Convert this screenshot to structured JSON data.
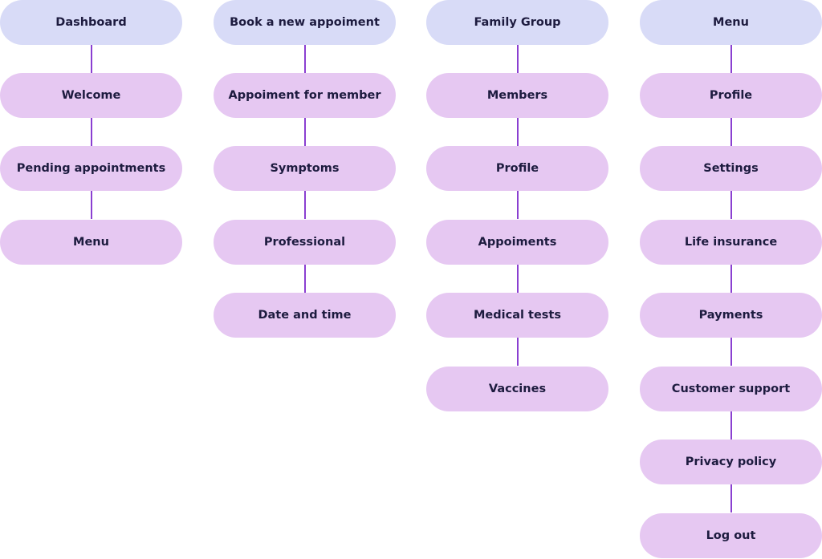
{
  "columns": [
    {
      "header": "Dashboard",
      "items": [
        "Welcome",
        "Pending appointments",
        "Menu"
      ]
    },
    {
      "header": "Book a new appoiment",
      "items": [
        "Appoiment for member",
        "Symptoms",
        "Professional",
        "Date and time"
      ]
    },
    {
      "header": "Family Group",
      "items": [
        "Members",
        "Profile",
        "Appoiments",
        "Medical tests",
        "Vaccines"
      ]
    },
    {
      "header": "Menu",
      "items": [
        "Profile",
        "Settings",
        "Life insurance",
        "Payments",
        "Customer support",
        "Privacy policy",
        "Log out"
      ]
    }
  ],
  "colors": {
    "header_fill": "#d8dbf7",
    "item_fill": "#e6c8f2",
    "connector": "#8a3fd1",
    "text": "#1d1b3f"
  }
}
